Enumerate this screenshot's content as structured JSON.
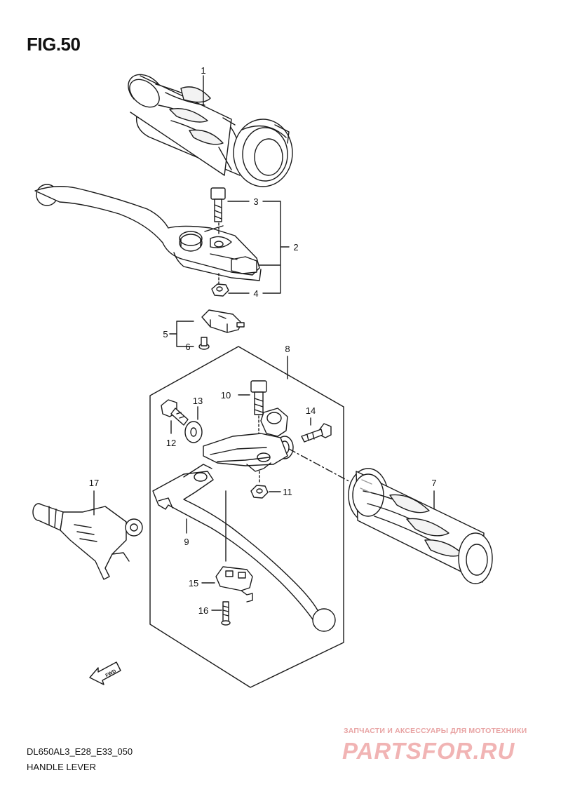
{
  "figure": {
    "title": "FIG.50"
  },
  "footer": {
    "model_code": "DL650AL3_E28_E33_050",
    "section_name": "HANDLE LEVER"
  },
  "watermark": {
    "tagline": "ЗАПЧАСТИ И АКСЕССУАРЫ ДЛЯ МОТОТЕХНИКИ",
    "logo": "PARTSFOR.RU"
  },
  "fwd_badge": {
    "label": "FWD"
  },
  "callouts": {
    "c1": "1",
    "c2": "2",
    "c3": "3",
    "c4": "4",
    "c5": "5",
    "c6": "6",
    "c7": "7",
    "c8": "8",
    "c9": "9",
    "c10": "10",
    "c11": "11",
    "c12": "12",
    "c13": "13",
    "c14": "14",
    "c15": "15",
    "c16": "16",
    "c17": "17"
  },
  "colors": {
    "line": "#1a1a1a",
    "shade": "#9a9a9a",
    "watermark": "#f1b4b4"
  }
}
